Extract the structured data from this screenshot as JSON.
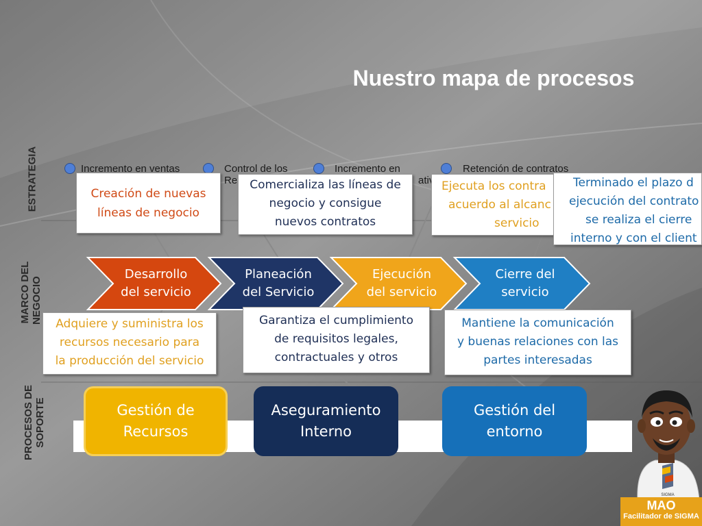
{
  "title": "Nuestro mapa de procesos",
  "row_labels": {
    "strategy": "ESTRATEGIA",
    "framework_line1": "MARCO DEL",
    "framework_line2": "NEGOCIO",
    "support_line1": "PROCESOS DE",
    "support_line2": "SOPORTE"
  },
  "strategy_items": [
    {
      "line1": "Incremento en ventas",
      "line2": ""
    },
    {
      "line1": "Control de los",
      "line2": "Re"
    },
    {
      "line1": "Incremento en",
      "line2": "ativ"
    },
    {
      "line1": "Retención de contratos",
      "line2": ""
    }
  ],
  "core_processes": [
    {
      "line1": "Desarrollo",
      "line2": "del  servicio",
      "color": "#d5470f"
    },
    {
      "line1": "Planeación",
      "line2": "del Servicio",
      "color": "#1f3566"
    },
    {
      "line1": "Ejecución",
      "line2": "del servicio",
      "color": "#f0a51b"
    },
    {
      "line1": "Cierre del",
      "line2": "servicio",
      "color": "#1f7fc4"
    }
  ],
  "top_callouts": [
    {
      "lines": [
        "Creación de nuevas",
        "líneas de negocio"
      ]
    },
    {
      "lines": [
        "Comercializa las líneas de",
        "negocio y consigue",
        "nuevos contratos"
      ]
    },
    {
      "lines": [
        "Ejecuta los contra",
        "acuerdo al alcanc",
        "servicio"
      ]
    },
    {
      "lines": [
        "Terminado el plazo d",
        "ejecución del contrato",
        "se realiza el cierre",
        "interno y con el client"
      ]
    }
  ],
  "bottom_callouts": [
    {
      "lines": [
        "Adquiere y suministra los",
        "recursos necesario para",
        "la producción del servicio"
      ]
    },
    {
      "lines": [
        "Garantiza el cumplimiento",
        "de requisitos legales,",
        "contractuales y otros"
      ]
    },
    {
      "lines": [
        "Mantiene la comunicación",
        "y buenas relaciones con las",
        "partes interesadas"
      ]
    }
  ],
  "support_processes": [
    {
      "line1": "Gestión de",
      "line2": "Recursos",
      "color": "#f0b400"
    },
    {
      "line1": "Aseguramiento",
      "line2": "Interno",
      "color": "#152d57"
    },
    {
      "line1": "Gestión del",
      "line2": "entorno",
      "color": "#1670b9"
    }
  ],
  "mascot": {
    "name": "MAO",
    "role": "Facilitador de SIGMA",
    "shirt_logo": "SIGMA"
  }
}
